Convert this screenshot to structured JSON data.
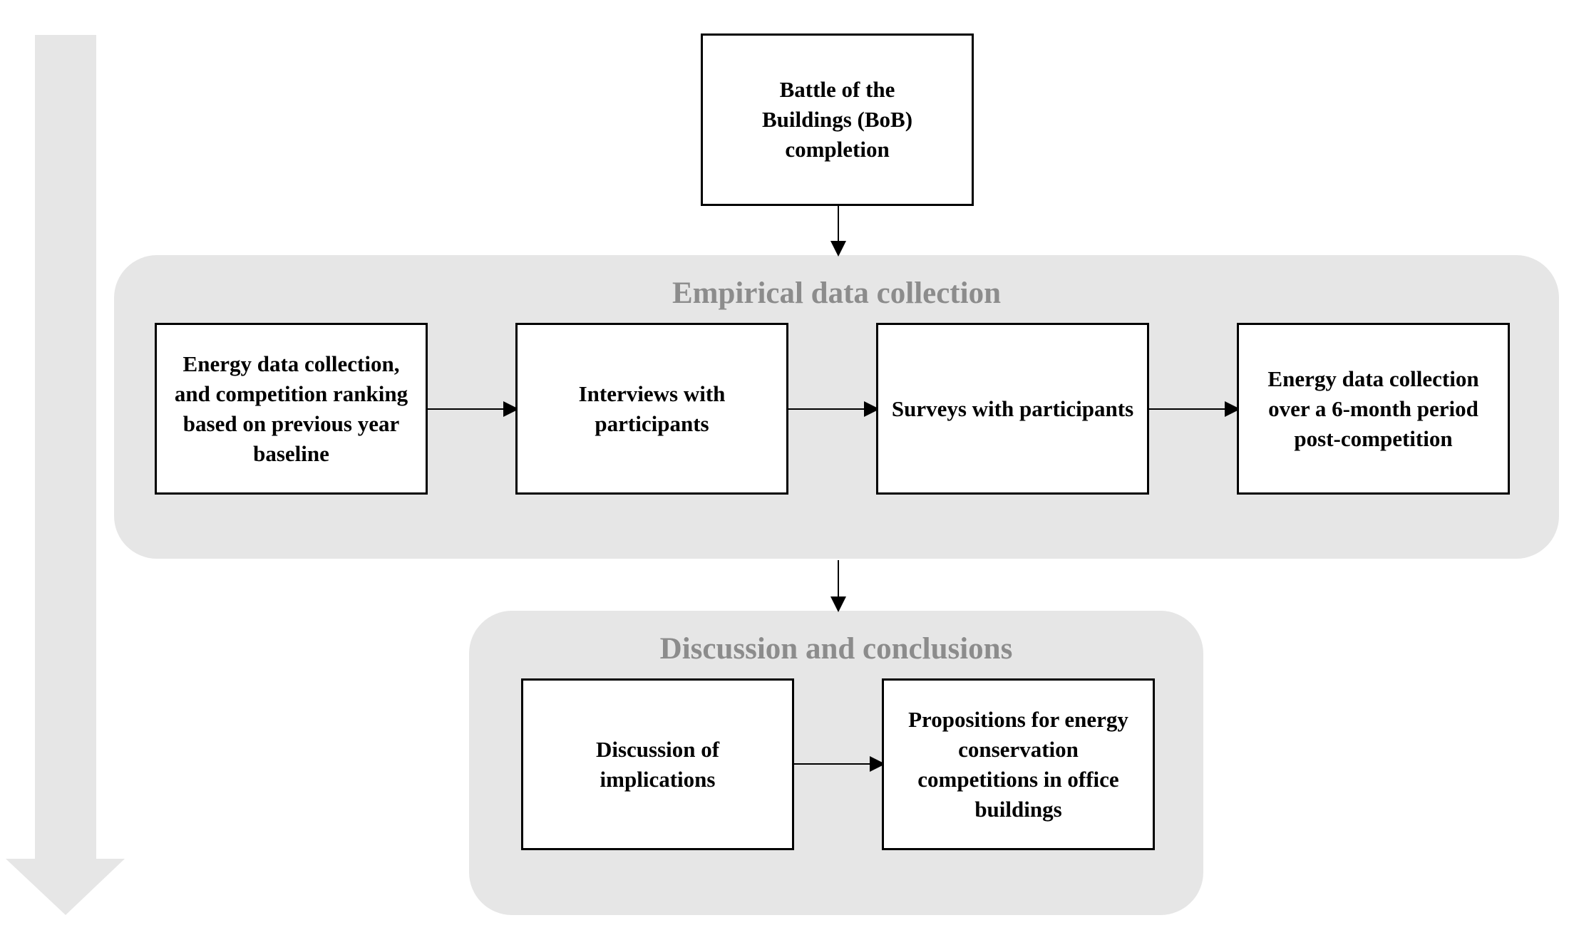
{
  "colors": {
    "panel": "#e6e6e6",
    "panel_title": "#8c8c8c",
    "flow_arrow": "#e6e6e6",
    "box_border": "#000000"
  },
  "top": {
    "label": "Battle of the Buildings (BoB) completion"
  },
  "empirical": {
    "title": "Empirical data collection",
    "steps": [
      "Energy data collection, and competition ranking based on previous year baseline",
      "Interviews with participants",
      "Surveys with participants",
      "Energy data collection over a 6-month period post-competition"
    ]
  },
  "discussion": {
    "title": "Discussion and conclusions",
    "steps": [
      "Discussion of implications",
      "Propositions for energy conservation competitions in office buildings"
    ]
  }
}
